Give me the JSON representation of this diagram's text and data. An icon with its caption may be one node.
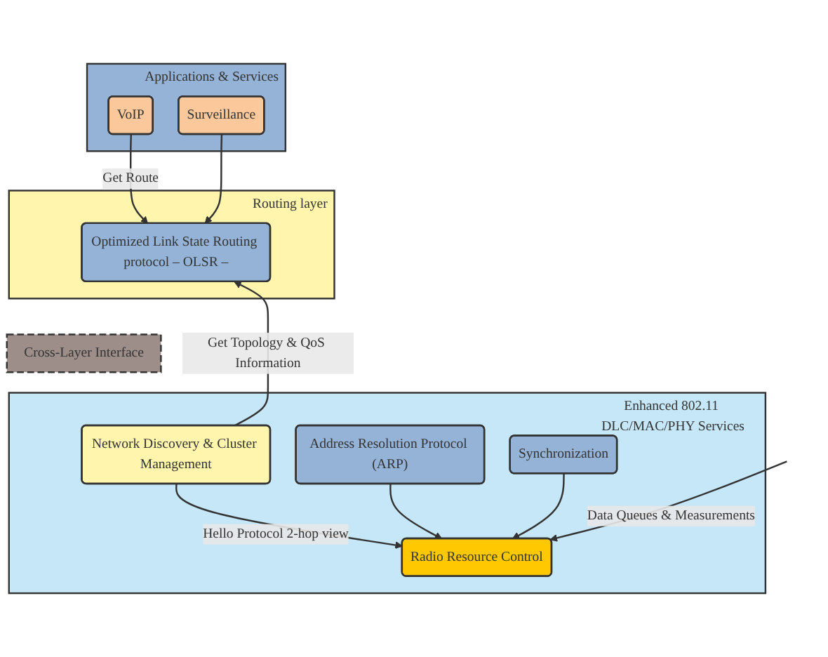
{
  "diagram": {
    "nodes": [
      {
        "text": [
          "Applications & Services"
        ]
      },
      {
        "text": [
          "VoIP"
        ],
        "in": 0
      },
      {
        "text": [
          "Surveillance"
        ],
        "in": 0
      },
      {
        "text": [
          "Routing layer"
        ]
      },
      {
        "text": [
          "Optimized Link State Routing protocol – OLSR –"
        ],
        "in": 3
      },
      {
        "text": [
          "Cross-Layer Interface"
        ]
      },
      {
        "text": [
          "Enhanced 802.11 DLC/MAC/PHY Services"
        ]
      },
      {
        "text": [
          "Network Discovery & Cluster Management"
        ],
        "in": 6
      },
      {
        "text": [
          "Address Resolution Protocol (ARP)"
        ],
        "in": 6
      },
      {
        "text": [
          "Synchronization"
        ],
        "in": 6
      },
      {
        "text": [
          "Radio Resource Control"
        ],
        "in": 6
      }
    ],
    "edges": [
      {
        "from": 1,
        "to": 4,
        "arrow": "to",
        "label": "Get Route"
      },
      {
        "from": 2,
        "to": 4,
        "arrow": "to"
      },
      {
        "from": 7,
        "to": 4,
        "arrow": "to",
        "label": "Get Topology & QoS Information"
      },
      {
        "from": 7,
        "to": 10,
        "arrow": "to",
        "label": "Hello Protocol 2-hop view"
      },
      {
        "from": 8,
        "to": 10,
        "arrow": "to"
      },
      {
        "from": 9,
        "to": 10,
        "arrow": "to"
      },
      {
        "from": null,
        "to": 10,
        "arrow": "to",
        "label": "Data Queues & Measurements"
      }
    ]
  }
}
